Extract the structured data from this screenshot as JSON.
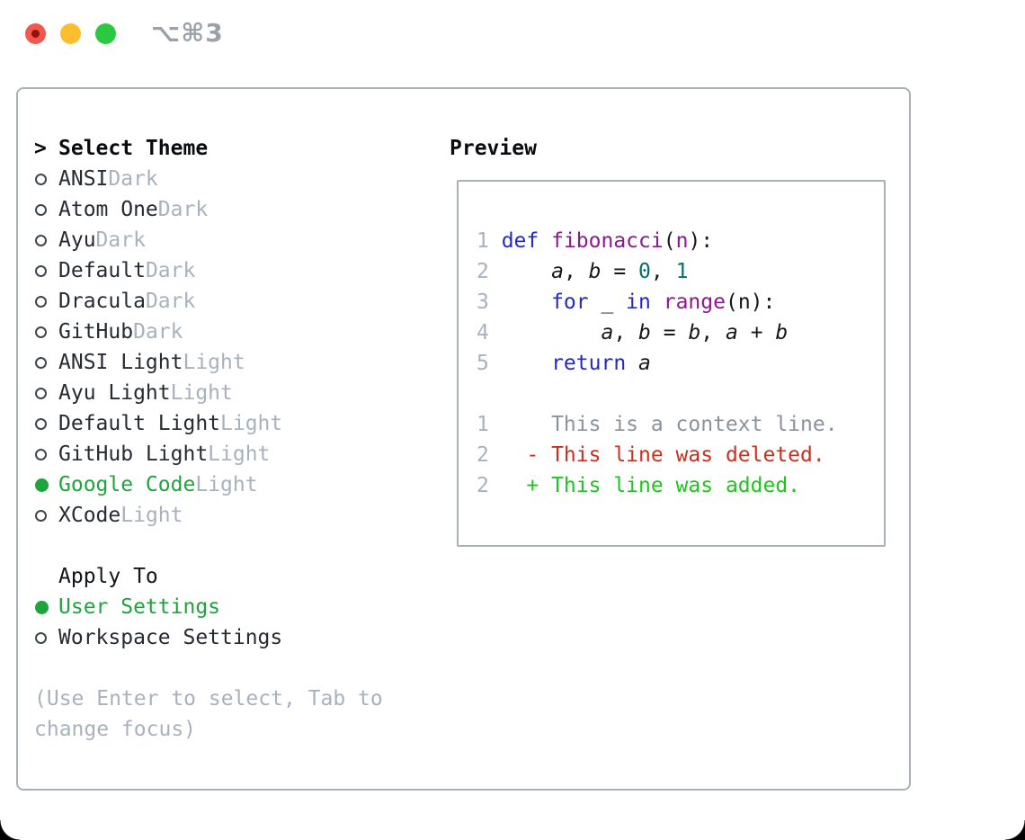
{
  "titlebar": {
    "title": "⌥⌘3"
  },
  "colors": {
    "accent_green": "#1ea43c",
    "added_green": "#1ec51e",
    "deleted_red": "#c9301d",
    "keyword_blue": "#2328c8",
    "function_purple": "#8b1a8f",
    "number_teal": "#0b6e6e",
    "muted_gray": "#a8b2bf",
    "border_gray": "#a9b0ba",
    "traffic_red": "#f2564d",
    "traffic_yellow": "#fcbd2f",
    "traffic_green": "#2bc840"
  },
  "theme_panel": {
    "header": {
      "prompt": ">",
      "label": "Select Theme"
    },
    "themes": [
      {
        "name": "ANSI",
        "tag": "Dark",
        "selected": false
      },
      {
        "name": "Atom One",
        "tag": "Dark",
        "selected": false
      },
      {
        "name": "Ayu",
        "tag": "Dark",
        "selected": false
      },
      {
        "name": "Default",
        "tag": "Dark",
        "selected": false
      },
      {
        "name": "Dracula",
        "tag": "Dark",
        "selected": false
      },
      {
        "name": "GitHub",
        "tag": "Dark",
        "selected": false
      },
      {
        "name": "ANSI Light",
        "tag": "Light",
        "selected": false
      },
      {
        "name": "Ayu Light",
        "tag": "Light",
        "selected": false
      },
      {
        "name": "Default Light",
        "tag": "Light",
        "selected": false
      },
      {
        "name": "GitHub Light",
        "tag": "Light",
        "selected": false
      },
      {
        "name": "Google Code",
        "tag": "Light",
        "selected": true
      },
      {
        "name": "XCode",
        "tag": "Light",
        "selected": false
      }
    ],
    "apply_to": {
      "label": "Apply To",
      "options": [
        {
          "name": "User Settings",
          "selected": true
        },
        {
          "name": "Workspace Settings",
          "selected": false
        }
      ]
    },
    "hint": "(Use Enter to select, Tab to change focus)"
  },
  "preview": {
    "label": "Preview",
    "code_lines": [
      {
        "num": "1",
        "tokens": [
          {
            "t": "def",
            "c": "kw"
          },
          {
            "t": " ",
            "c": "pl"
          },
          {
            "t": "fibonacci",
            "c": "fn"
          },
          {
            "t": "(",
            "c": "pl"
          },
          {
            "t": "n",
            "c": "fn"
          },
          {
            "t": "):",
            "c": "pl"
          }
        ]
      },
      {
        "num": "2",
        "tokens": [
          {
            "t": "    ",
            "c": "pl"
          },
          {
            "t": "a",
            "c": "var"
          },
          {
            "t": ", ",
            "c": "pl"
          },
          {
            "t": "b",
            "c": "var"
          },
          {
            "t": " = ",
            "c": "pl"
          },
          {
            "t": "0",
            "c": "num"
          },
          {
            "t": ", ",
            "c": "pl"
          },
          {
            "t": "1",
            "c": "num"
          }
        ]
      },
      {
        "num": "3",
        "tokens": [
          {
            "t": "    ",
            "c": "pl"
          },
          {
            "t": "for",
            "c": "kw"
          },
          {
            "t": " _ ",
            "c": "pl"
          },
          {
            "t": "in",
            "c": "kw"
          },
          {
            "t": " ",
            "c": "pl"
          },
          {
            "t": "range",
            "c": "fn"
          },
          {
            "t": "(n):",
            "c": "pl"
          }
        ]
      },
      {
        "num": "4",
        "tokens": [
          {
            "t": "        ",
            "c": "pl"
          },
          {
            "t": "a",
            "c": "var"
          },
          {
            "t": ", ",
            "c": "pl"
          },
          {
            "t": "b",
            "c": "var"
          },
          {
            "t": " = ",
            "c": "pl"
          },
          {
            "t": "b",
            "c": "var"
          },
          {
            "t": ", ",
            "c": "pl"
          },
          {
            "t": "a",
            "c": "var"
          },
          {
            "t": " + ",
            "c": "pl"
          },
          {
            "t": "b",
            "c": "var"
          }
        ]
      },
      {
        "num": "5",
        "tokens": [
          {
            "t": "    ",
            "c": "pl"
          },
          {
            "t": "return",
            "c": "kw"
          },
          {
            "t": " ",
            "c": "pl"
          },
          {
            "t": "a",
            "c": "var"
          }
        ]
      },
      {
        "num": "",
        "tokens": []
      },
      {
        "num": "1",
        "tokens": [
          {
            "t": "    This is a context line.",
            "c": "ctx"
          }
        ]
      },
      {
        "num": "2",
        "tokens": [
          {
            "t": "  ",
            "c": "pl"
          },
          {
            "t": "- This line was deleted.",
            "c": "del"
          }
        ]
      },
      {
        "num": "2",
        "tokens": [
          {
            "t": "  ",
            "c": "pl"
          },
          {
            "t": "+ This line was added.",
            "c": "add"
          }
        ]
      }
    ]
  }
}
